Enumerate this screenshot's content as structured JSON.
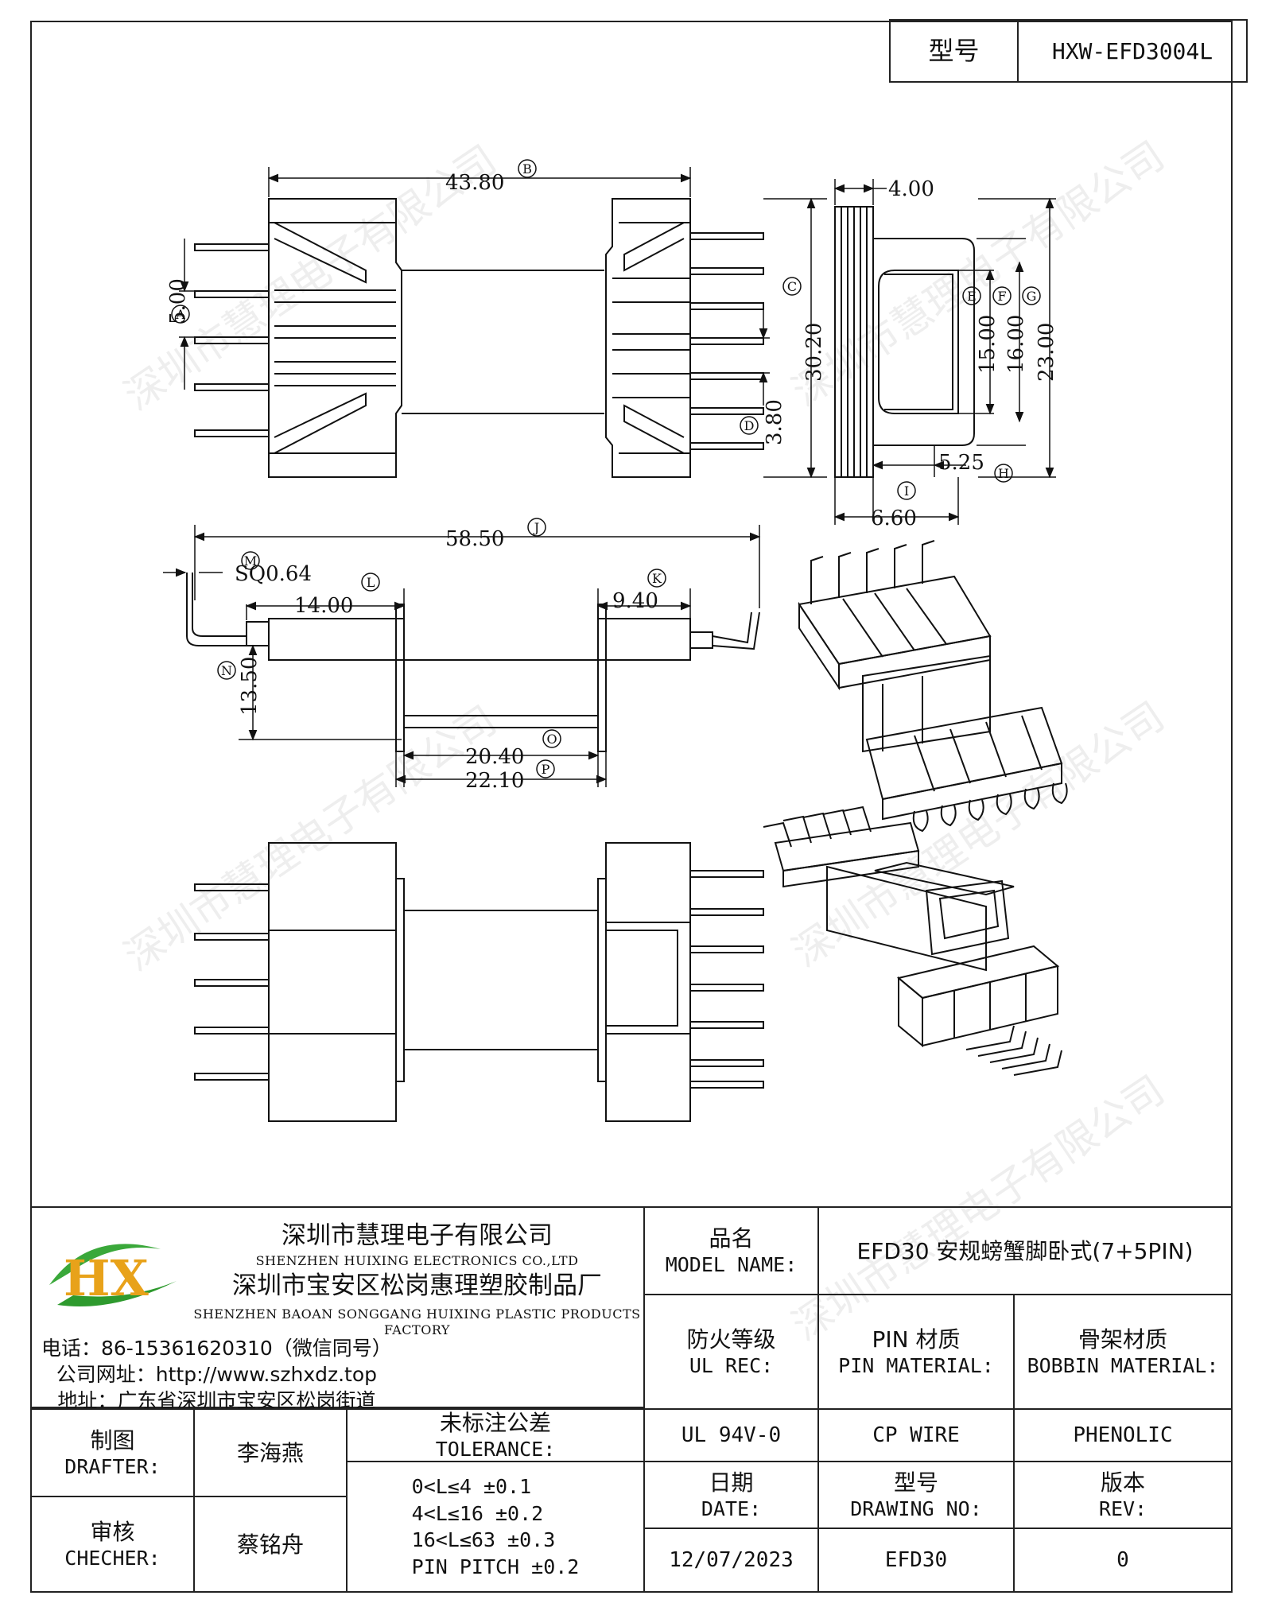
{
  "header": {
    "model_label": "型号",
    "model_value": "HXW-EFD3004L"
  },
  "dimensions": {
    "d43_80": "43.80",
    "d5_00": "5.00",
    "d30_20": "30.20",
    "d3_80": "3.80",
    "d4_00": "4.00",
    "d15_00": "15.00",
    "d16_00": "16.00",
    "d23_00": "23.00",
    "d5_25": "5.25",
    "d6_60": "6.60",
    "d58_50": "58.50",
    "sq": "SQ0.64",
    "d14_00": "14.00",
    "d9_40": "9.40",
    "d13_50": "13.50",
    "d20_40": "20.40",
    "d22_10": "22.10",
    "refs": {
      "A": "A",
      "B": "B",
      "C": "C",
      "D": "D",
      "E": "E",
      "F": "F",
      "G": "G",
      "H": "H",
      "I": "I",
      "J": "J",
      "K": "K",
      "L": "L",
      "M": "M",
      "N": "N",
      "O": "O",
      "P": "P"
    }
  },
  "watermark": "深圳市慧理电子有限公司",
  "company": {
    "logo_text": "HX",
    "name_zh": "深圳市慧理电子有限公司",
    "name_en": "SHENZHEN HUIXING ELECTRONICS CO.,LTD",
    "factory_zh": "深圳市宝安区松岗惠理塑胶制品厂",
    "factory_en": "SHENZHEN BAOAN SONGGANG HUIXING PLASTIC PRODUCTS FACTORY",
    "phone": "电话：86-15361620310（微信同号）",
    "website": "公司网址：http://www.szhxdz.top",
    "address": "地址：广东省深圳市宝安区松岗街道"
  },
  "title_block": {
    "model_name_zh": "品名",
    "model_name_en": "MODEL NAME:",
    "model_name_value": "EFD30 安规螃蟹脚卧式(7+5PIN)",
    "ul_zh": "防火等级",
    "ul_en": "UL REC:",
    "pin_zh": "PIN 材质",
    "pin_en": "PIN MATERIAL:",
    "bobbin_zh": "骨架材质",
    "bobbin_en": "BOBBIN MATERIAL:",
    "ul_value": "UL 94V-0",
    "pin_value": "CP WIRE",
    "bobbin_value": "PHENOLIC",
    "drafter_zh": "制图",
    "drafter_en": "DRAFTER:",
    "drafter_value": "李海燕",
    "checker_zh": "审核",
    "checker_en": "CHECHER:",
    "checker_value": "蔡铭舟",
    "tolerance_zh": "未标注公差",
    "tolerance_en": "TOLERANCE:",
    "tolerance_lines": [
      "0<L≤4  ±0.1",
      "4<L≤16 ±0.2",
      "16<L≤63 ±0.3",
      "PIN PITCH ±0.2"
    ],
    "date_zh": "日期",
    "date_en": "DATE:",
    "date_value": "12/07/2023",
    "drawing_zh": "型号",
    "drawing_en": "DRAWING NO:",
    "drawing_value": "EFD30",
    "rev_zh": "版本",
    "rev_en": "REV:",
    "rev_value": "0"
  }
}
